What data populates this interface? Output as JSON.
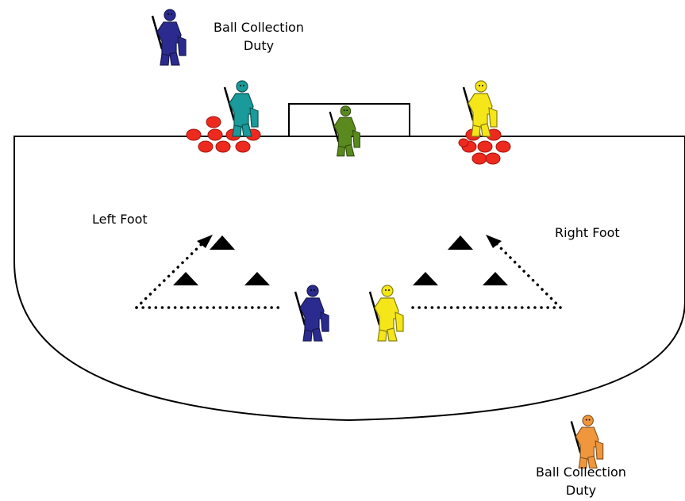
{
  "labels": {
    "ball_collection_top_line1": "Ball Collection",
    "ball_collection_top_line2": "Duty",
    "left_foot": "Left Foot",
    "right_foot": "Right Foot",
    "ball_collection_bottom_line1": "Ball Collection",
    "ball_collection_bottom_line2": "Duty"
  },
  "colors": {
    "navy_player": "#2b2b8f",
    "teal_player": "#1a9a9a",
    "goalkeeper": "#5a8a1e",
    "yellow_player": "#f5e61a",
    "orange_player": "#f0963c",
    "ball": "#ee2a1e",
    "cone": "#000000",
    "line": "#000000"
  },
  "figures": [
    {
      "name": "ball-collector-top-figure",
      "color_key": "navy_player",
      "icon": "hockey-player-icon"
    },
    {
      "name": "teal-player-figure",
      "color_key": "teal_player",
      "icon": "hockey-player-icon"
    },
    {
      "name": "goalkeeper-figure",
      "color_key": "goalkeeper",
      "icon": "goalkeeper-icon"
    },
    {
      "name": "yellow-player-top-figure",
      "color_key": "yellow_player",
      "icon": "hockey-player-icon"
    },
    {
      "name": "navy-player-center-figure",
      "color_key": "navy_player",
      "icon": "hockey-player-icon"
    },
    {
      "name": "yellow-player-center-figure",
      "color_key": "yellow_player",
      "icon": "hockey-player-icon"
    },
    {
      "name": "ball-collector-bottom-figure",
      "color_key": "orange_player",
      "icon": "hockey-player-icon"
    }
  ],
  "ball_groups": [
    {
      "name": "left-ball-pile",
      "count": 8
    },
    {
      "name": "right-ball-pile",
      "count": 8
    }
  ],
  "cones": {
    "left_group_count": 3,
    "right_group_count": 3
  }
}
